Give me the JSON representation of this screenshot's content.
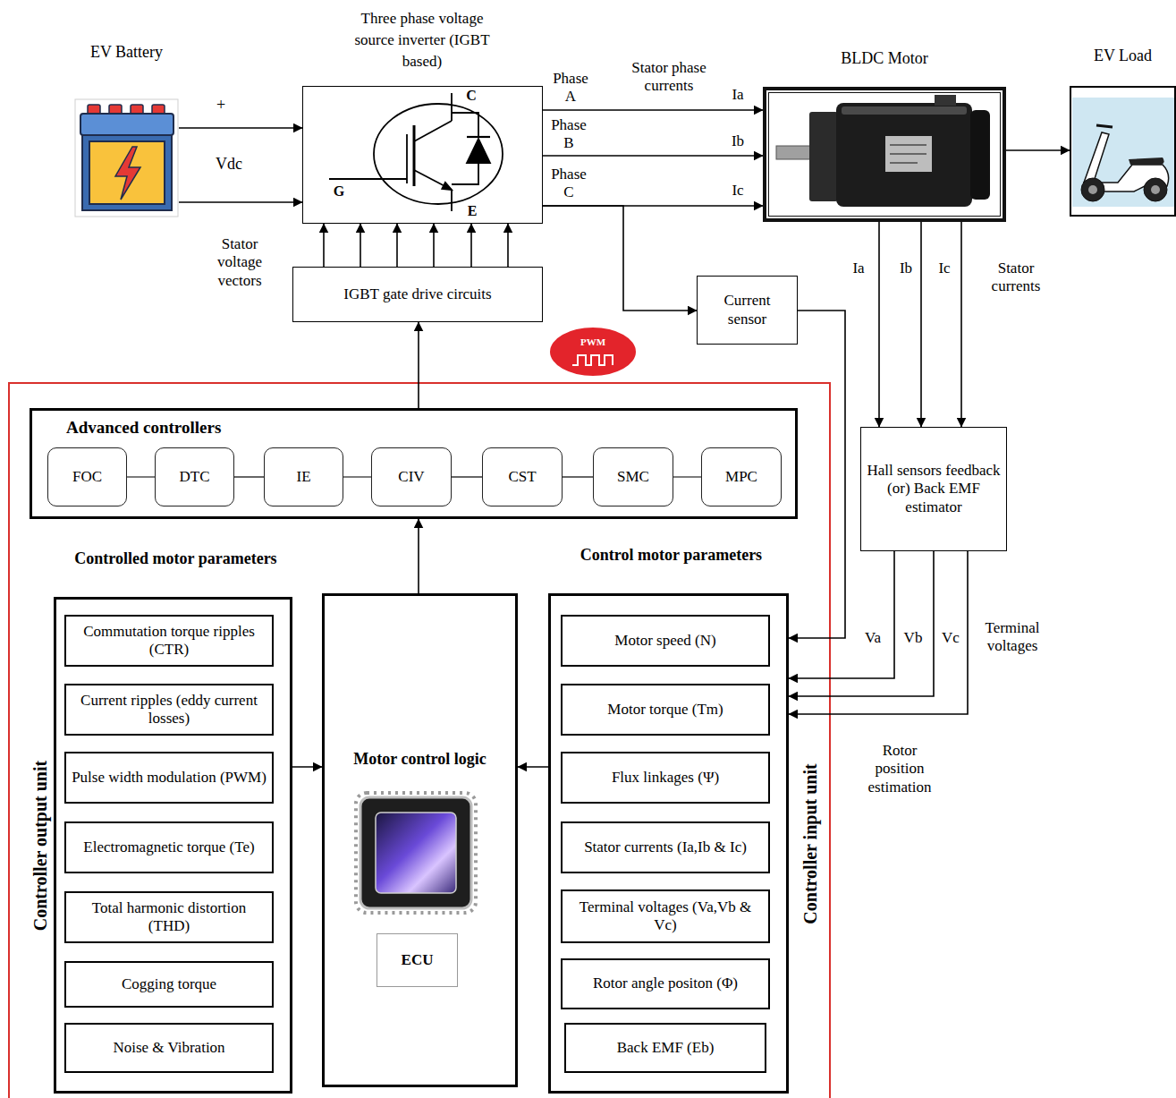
{
  "diagram": {
    "nodes": [
      {
        "text": [
          "EV Battery"
        ]
      },
      {
        "text": [
          "Three phase voltage source inverter (IGBT based)"
        ]
      },
      {
        "text": [
          "BLDC Motor"
        ]
      },
      {
        "text": [
          "EV Load"
        ]
      },
      {
        "text": [
          "IGBT gate drive circuits"
        ]
      },
      {
        "text": [
          "Current sensor"
        ]
      },
      {
        "text": [
          "Hall sensors feedback (or) Back EMF estimator"
        ]
      },
      {
        "text": [
          "Advanced controllers"
        ]
      },
      {
        "text": [
          "FOC"
        ],
        "in": 7
      },
      {
        "text": [
          "DTC"
        ],
        "in": 7
      },
      {
        "text": [
          "IE"
        ],
        "in": 7
      },
      {
        "text": [
          "CIV"
        ],
        "in": 7
      },
      {
        "text": [
          "CST"
        ],
        "in": 7
      },
      {
        "text": [
          "SMC"
        ],
        "in": 7
      },
      {
        "text": [
          "MPC"
        ],
        "in": 7
      },
      {
        "text": [
          "Controlled motor parameters",
          "Controller output unit"
        ]
      },
      {
        "text": [
          "Commutation torque ripples (CTR)"
        ],
        "in": 15
      },
      {
        "text": [
          "Current ripples (eddy current losses)"
        ],
        "in": 15
      },
      {
        "text": [
          "Pulse width modulation (PWM)"
        ],
        "in": 15
      },
      {
        "text": [
          "Electromagnetic torque (Te)"
        ],
        "in": 15
      },
      {
        "text": [
          "Total harmonic distortion (THD)"
        ],
        "in": 15
      },
      {
        "text": [
          "Cogging torque"
        ],
        "in": 15
      },
      {
        "text": [
          "Noise & Vibration"
        ],
        "in": 15
      },
      {
        "text": [
          "Motor control logic"
        ]
      },
      {
        "text": [
          "ECU"
        ],
        "in": 23
      },
      {
        "text": [
          "Control motor parameters",
          "Controller input unit"
        ]
      },
      {
        "text": [
          "Motor speed (N)"
        ],
        "in": 25
      },
      {
        "text": [
          "Motor torque (Tm)"
        ],
        "in": 25
      },
      {
        "text": [
          "Flux linkages (Ψ)"
        ],
        "in": 25
      },
      {
        "text": [
          "Stator currents (Ia,Ib & Ic)"
        ],
        "in": 25
      },
      {
        "text": [
          "Terminal voltages (Va,Vb & Vc)"
        ],
        "in": 25
      },
      {
        "text": [
          "Rotor angle positon (Φ)"
        ],
        "in": 25
      },
      {
        "text": [
          "Back EMF (Eb)"
        ],
        "in": 25
      }
    ],
    "edges": [
      {
        "from": 0,
        "to": 1,
        "arrow": "to"
      },
      {
        "from": 0,
        "to": 1,
        "arrow": "to"
      },
      {
        "from": 1,
        "to": 2,
        "label": "Ia",
        "arrow": "to"
      },
      {
        "from": 1,
        "to": 2,
        "label": "Ib",
        "arrow": "to"
      },
      {
        "from": 1,
        "to": 2,
        "label": "Ic",
        "arrow": "to"
      },
      {
        "from": 2,
        "to": 3,
        "arrow": "to"
      },
      {
        "from": 4,
        "to": 1,
        "arrow": "to"
      },
      {
        "from": 4,
        "to": 1,
        "arrow": "to"
      },
      {
        "from": 4,
        "to": 1,
        "arrow": "to"
      },
      {
        "from": 4,
        "to": 1,
        "arrow": "to"
      },
      {
        "from": 4,
        "to": 1,
        "arrow": "to"
      },
      {
        "from": 4,
        "to": 1,
        "arrow": "to"
      },
      {
        "from": 7,
        "to": 4,
        "arrow": "to"
      },
      {
        "from": 1,
        "to": 5,
        "arrow": "to"
      },
      {
        "from": 5,
        "to": 25,
        "arrow": "to"
      },
      {
        "from": 2,
        "to": 6,
        "label": "Ia",
        "arrow": "to"
      },
      {
        "from": 2,
        "to": 6,
        "label": "Ib",
        "arrow": "to"
      },
      {
        "from": 2,
        "to": 6,
        "label": "Ic",
        "arrow": "to"
      },
      {
        "from": 6,
        "to": 25,
        "label": "Va",
        "arrow": "to"
      },
      {
        "from": 6,
        "to": 25,
        "label": "Vb",
        "arrow": "to"
      },
      {
        "from": 6,
        "to": 25,
        "label": "Vc",
        "arrow": "to"
      },
      {
        "from": 8,
        "to": 9,
        "arrow": "none"
      },
      {
        "from": 9,
        "to": 10,
        "arrow": "none"
      },
      {
        "from": 10,
        "to": 11,
        "arrow": "none"
      },
      {
        "from": 11,
        "to": 12,
        "arrow": "none"
      },
      {
        "from": 12,
        "to": 13,
        "arrow": "none"
      },
      {
        "from": 13,
        "to": 14,
        "arrow": "none"
      },
      {
        "from": 23,
        "to": 7,
        "arrow": "to"
      },
      {
        "from": 25,
        "to": 23,
        "arrow": "to"
      },
      {
        "from": 15,
        "to": 23,
        "arrow": "to"
      }
    ],
    "labels": [
      "+",
      "Vdc",
      "Stator voltage vectors",
      "C",
      "G",
      "E",
      "Phase A",
      "Stator phase currents",
      "Phase B",
      "Phase C",
      "PWM",
      "Stator currents",
      "Terminal voltages",
      "Rotor position estimation"
    ]
  }
}
